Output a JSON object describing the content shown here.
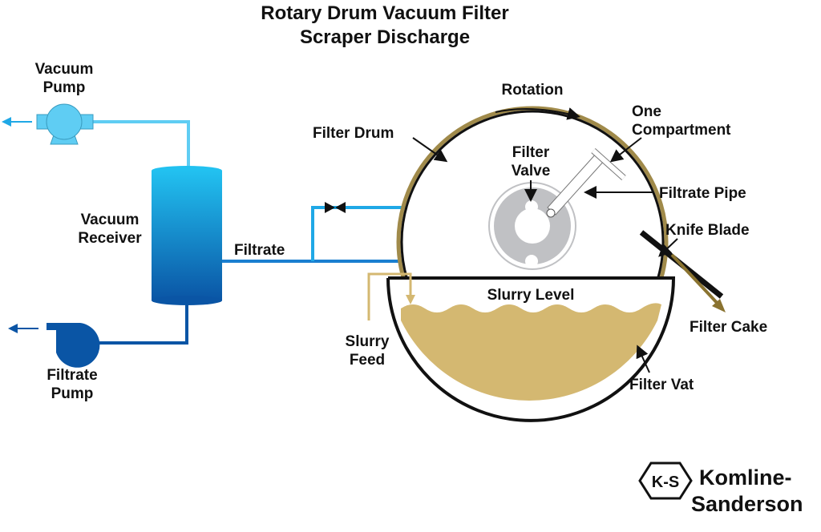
{
  "title": {
    "line1": "Rotary Drum Vacuum Filter",
    "line2": "Scraper Discharge"
  },
  "labels": {
    "vacuum_pump": [
      "Vacuum",
      "Pump"
    ],
    "vacuum_receiver": [
      "Vacuum",
      "Receiver"
    ],
    "filtrate": "Filtrate",
    "filtrate_pump": [
      "Filtrate",
      "Pump"
    ],
    "rotation": "Rotation",
    "filter_drum": "Filter Drum",
    "one_compartment": [
      "One",
      "Compartment"
    ],
    "filter_valve": [
      "Filter",
      "Valve"
    ],
    "filtrate_pipe": "Filtrate Pipe",
    "knife_blade": "Knife Blade",
    "slurry_level": "Slurry Level",
    "filter_cake": "Filter Cake",
    "slurry_feed": [
      "Slurry",
      "Feed"
    ],
    "filter_vat": "Filter Vat"
  },
  "logo": {
    "mark": "K-S",
    "name": [
      "Komline-",
      "Sanderson"
    ]
  },
  "colors": {
    "light_blue": "#5fcdf3",
    "mid_blue": "#1fa8e6",
    "dark_blue": "#0857a8",
    "slurry": "#d4b871",
    "drum_rim": "#a08a4a",
    "valve": "#c0c1c4"
  }
}
